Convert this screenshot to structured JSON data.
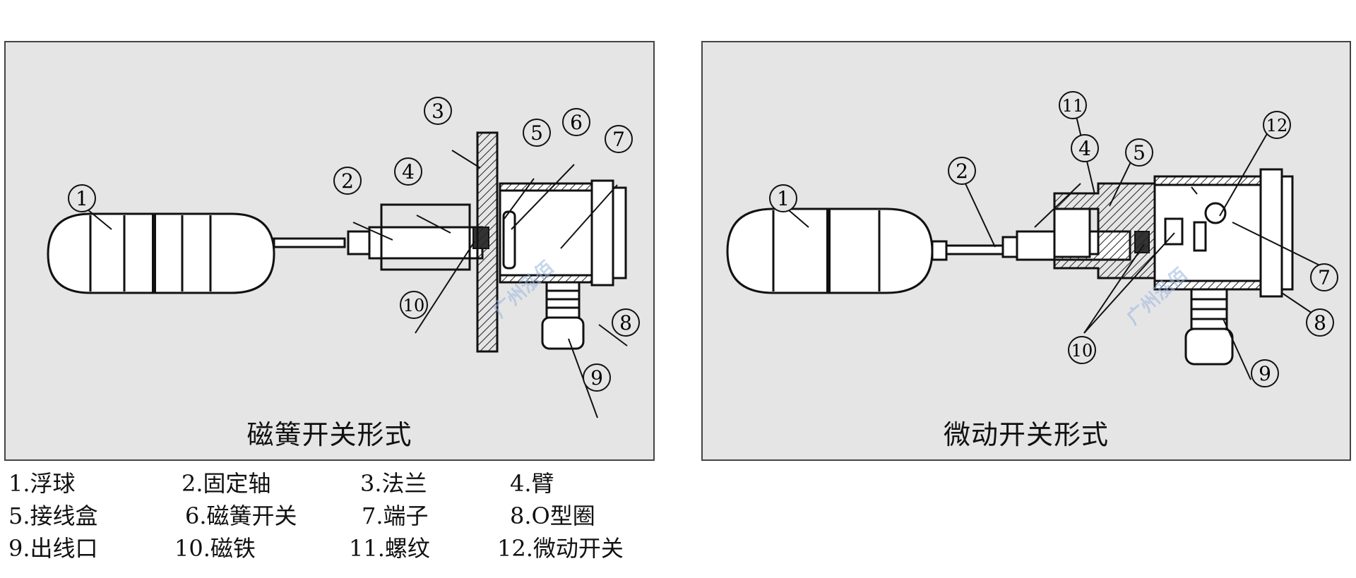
{
  "panels": {
    "left": {
      "caption": "磁簧开关形式",
      "watermark": "广州泓佰",
      "callouts": [
        "1",
        "2",
        "3",
        "4",
        "5",
        "6",
        "7",
        "8",
        "9",
        "10"
      ]
    },
    "right": {
      "caption": "微动开关形式",
      "watermark": "广州泓佰",
      "callouts": [
        "1",
        "2",
        "4",
        "5",
        "7",
        "8",
        "9",
        "10",
        "11",
        "12"
      ]
    }
  },
  "legend": {
    "rows": [
      [
        "1.浮球",
        "2.固定轴",
        "3.法兰",
        "4.臂"
      ],
      [
        "5.接线盒",
        "6.磁簧开关",
        "7.端子",
        "8.O型圈"
      ],
      [
        "9.出线口",
        "10.磁铁",
        "11.螺纹",
        "12.微动开关"
      ]
    ]
  }
}
